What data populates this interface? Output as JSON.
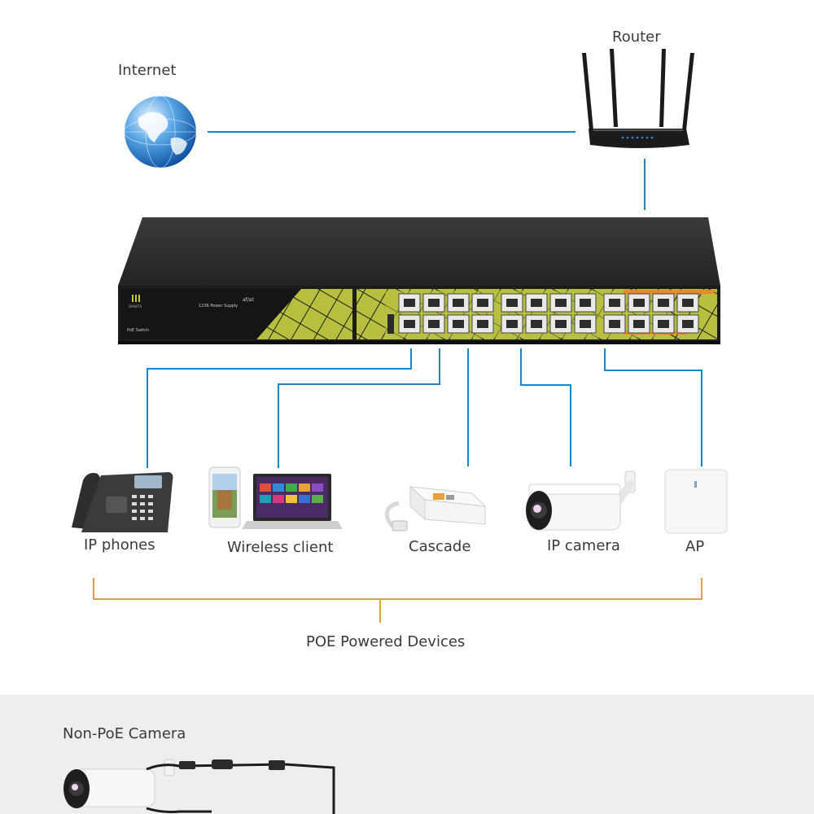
{
  "labels": {
    "internet": "Internet",
    "router": "Router",
    "ip_phones": "IP phones",
    "wireless_client": "Wireless client",
    "cascade": "Cascade",
    "ip_camera": "IP camera",
    "ap": "AP",
    "poe_powered_devices": "POE Powered Devices",
    "non_poe_camera": "Non-PoE Camera"
  },
  "switch": {
    "brand": "DANATS",
    "spec_line1": "af/at",
    "spec_line2": "1236 Power Supply",
    "model": "PoE Switch"
  },
  "colors": {
    "link_blue": "#1a86c8",
    "bracket_orange": "#e3a13c",
    "switch_body": "#2b2b2b",
    "switch_panel": "#b7bf3e"
  }
}
